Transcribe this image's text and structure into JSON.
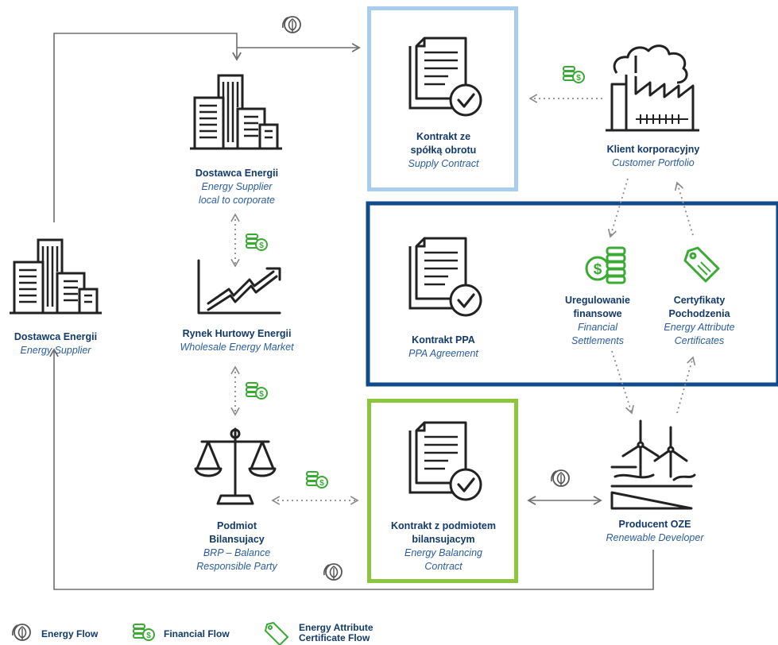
{
  "nodes": {
    "supplier_left": {
      "title": "Dostawca Energii",
      "subtitle": "Energy Supplier"
    },
    "supplier_top": {
      "title": "Dostawca Energii",
      "subtitle_1": "Energy Supplier",
      "subtitle_2": "local to corporate"
    },
    "wholesale": {
      "title": "Rynek Hurtowy Energii",
      "subtitle": "Wholesale Energy Market"
    },
    "brp": {
      "title_1": "Podmiot",
      "title_2": "Bilansujacy",
      "subtitle_1": "BRP – Balance",
      "subtitle_2": "Responsible Party"
    },
    "supply_contract": {
      "title_1": "Kontrakt ze",
      "title_2": "spółką obrotu",
      "subtitle": "Supply Contract"
    },
    "ppa": {
      "title": "Kontrakt PPA",
      "subtitle": "PPA Agreement"
    },
    "balancing_contract": {
      "title_1": "Kontrakt z podmiotem",
      "title_2": "bilansujacym",
      "subtitle_1": "Energy Balancing",
      "subtitle_2": "Contract"
    },
    "corporate_client": {
      "title": "Klient korporacyjny",
      "subtitle": "Customer Portfolio"
    },
    "settlements": {
      "title_1": "Uregulowanie",
      "title_2": "finansowe",
      "subtitle_1": "Financial",
      "subtitle_2": "Settlements"
    },
    "certificates": {
      "title_1": "Certyfikaty",
      "title_2": "Pochodzenia",
      "subtitle_1": "Energy Attribute",
      "subtitle_2": "Certificates"
    },
    "oze": {
      "title": "Producent OZE",
      "subtitle": "Renewable Developer"
    }
  },
  "legend": {
    "energy_flow": "Energy Flow",
    "financial_flow": "Financial Flow",
    "certificate_flow_1": "Energy Attribute",
    "certificate_flow_2": "Certificate Flow"
  },
  "colors": {
    "title_navy": "#123a6b",
    "subtitle_blue": "#2a5d9f",
    "supply_box": "#a9cdef",
    "ppa_box": "#0f4a8a",
    "balancing_box": "#8cc63f",
    "financial_green": "#3aaa35",
    "arrow_gray": "#6e6e6e",
    "icon_dark": "#222222"
  }
}
